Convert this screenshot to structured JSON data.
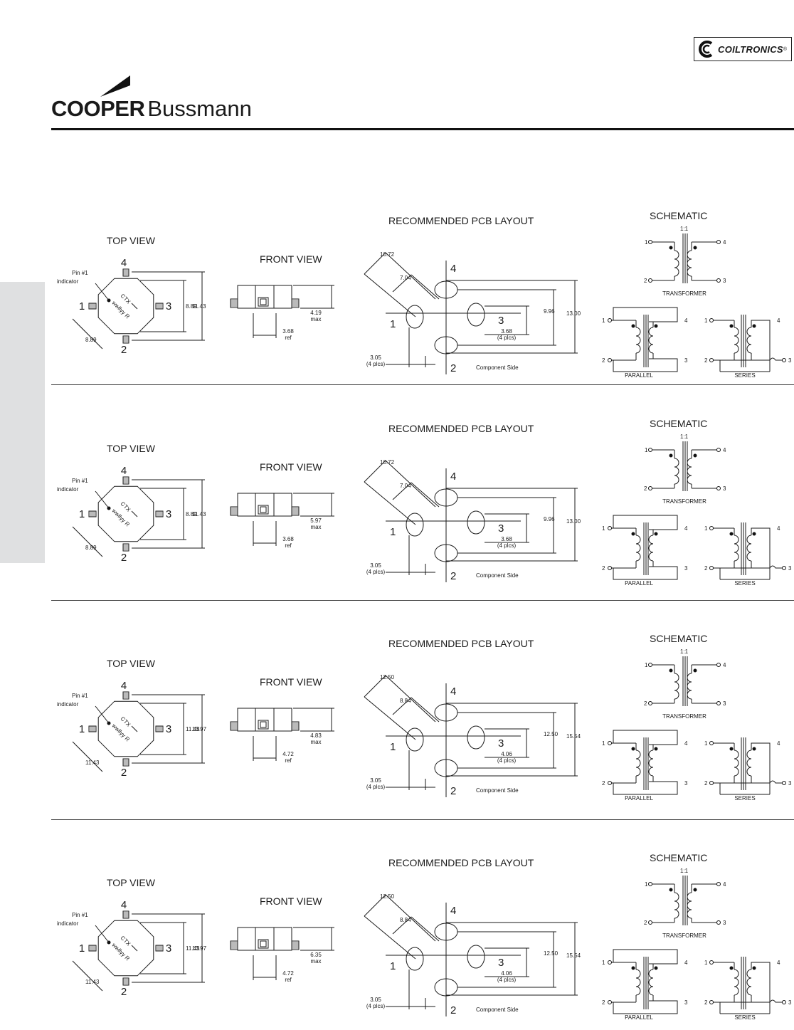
{
  "header": {
    "coiltronics_logo": "COILTRONICS",
    "brand_bold": "COOPER",
    "brand_regular": "Bussmann"
  },
  "sections": [
    {
      "top_view": {
        "title": "TOP VIEW",
        "pin_indicator": [
          "Pin #1",
          "indicator"
        ],
        "marking": [
          "CTX",
          "wwllyy R"
        ],
        "inner_dim": "8.89",
        "outer_dim": "11.43",
        "diag_dim": "8.89",
        "pins": [
          "1",
          "2",
          "3",
          "4"
        ]
      },
      "front_view": {
        "title": "FRONT VIEW",
        "height": "4.19",
        "height_note": "max",
        "pad": "3.68",
        "pad_note": "ref"
      },
      "pcb": {
        "title": "RECOMMENDED PCB LAYOUT",
        "d1": "10.72",
        "d2": "7.04",
        "d3": "9.96",
        "d4": "13.00",
        "d5": "3.68",
        "d5_note": "(4 plcs)",
        "d6": "3.05",
        "d6_note": "(4 plcs)",
        "side": "Component Side",
        "pins": [
          "1",
          "2",
          "3",
          "4"
        ]
      },
      "schematic": {
        "title": "SCHEMATIC",
        "ratio": "1:1",
        "transformer": "TRANSFORMER",
        "parallel": "PARALLEL",
        "series": "SERIES",
        "pins": [
          "1",
          "2",
          "3",
          "4"
        ]
      }
    },
    {
      "top_view": {
        "title": "TOP VIEW",
        "pin_indicator": [
          "Pin #1",
          "indicator"
        ],
        "marking": [
          "CTX",
          "wwllyy R"
        ],
        "inner_dim": "8.89",
        "outer_dim": "11.43",
        "diag_dim": "8.89",
        "pins": [
          "1",
          "2",
          "3",
          "4"
        ]
      },
      "front_view": {
        "title": "FRONT VIEW",
        "height": "5.97",
        "height_note": "max",
        "pad": "3.68",
        "pad_note": "ref"
      },
      "pcb": {
        "title": "RECOMMENDED PCB LAYOUT",
        "d1": "10.72",
        "d2": "7.04",
        "d3": "9.96",
        "d4": "13.00",
        "d5": "3.68",
        "d5_note": "(4 plcs)",
        "d6": "3.05",
        "d6_note": "(4 plcs)",
        "side": "Component Side",
        "pins": [
          "1",
          "2",
          "3",
          "4"
        ]
      },
      "schematic": {
        "title": "SCHEMATIC",
        "ratio": "1:1",
        "transformer": "TRANSFORMER",
        "parallel": "PARALLEL",
        "series": "SERIES",
        "pins": [
          "1",
          "2",
          "3",
          "4"
        ]
      }
    },
    {
      "top_view": {
        "title": "TOP VIEW",
        "pin_indicator": [
          "Pin #1",
          "indicator"
        ],
        "marking": [
          "CTX",
          "wwllyy R"
        ],
        "inner_dim": "11.43",
        "outer_dim": "13.97",
        "diag_dim": "11.43",
        "pins": [
          "1",
          "2",
          "3",
          "4"
        ]
      },
      "front_view": {
        "title": "FRONT VIEW",
        "height": "4.83",
        "height_note": "max",
        "pad": "4.72",
        "pad_note": "ref"
      },
      "pcb": {
        "title": "RECOMMENDED PCB LAYOUT",
        "d1": "12.50",
        "d2": "8.84",
        "d3": "12.50",
        "d4": "15.54",
        "d5": "4.06",
        "d5_note": "(4 plcs)",
        "d6": "3.05",
        "d6_note": "(4 plcs)",
        "side": "Component Side",
        "pins": [
          "1",
          "2",
          "3",
          "4"
        ]
      },
      "schematic": {
        "title": "SCHEMATIC",
        "ratio": "1:1",
        "transformer": "TRANSFORMER",
        "parallel": "PARALLEL",
        "series": "SERIES",
        "pins": [
          "1",
          "2",
          "3",
          "4"
        ]
      }
    },
    {
      "top_view": {
        "title": "TOP VIEW",
        "pin_indicator": [
          "Pin #1",
          "indicator"
        ],
        "marking": [
          "CTX",
          "wwllyy R"
        ],
        "inner_dim": "11.43",
        "outer_dim": "13.97",
        "diag_dim": "11.43",
        "pins": [
          "1",
          "2",
          "3",
          "4"
        ]
      },
      "front_view": {
        "title": "FRONT VIEW",
        "height": "6.35",
        "height_note": "max",
        "pad": "4.72",
        "pad_note": "ref"
      },
      "pcb": {
        "title": "RECOMMENDED PCB LAYOUT",
        "d1": "12.50",
        "d2": "8.84",
        "d3": "12.50",
        "d4": "15.54",
        "d5": "4.06",
        "d5_note": "(4 plcs)",
        "d6": "3.05",
        "d6_note": "(4 plcs)",
        "side": "Component Side",
        "pins": [
          "1",
          "2",
          "3",
          "4"
        ]
      },
      "schematic": {
        "title": "SCHEMATIC",
        "ratio": "1:1",
        "transformer": "TRANSFORMER",
        "parallel": "PARALLEL",
        "series": "SERIES",
        "pins": [
          "1",
          "2",
          "3",
          "4"
        ]
      }
    }
  ]
}
